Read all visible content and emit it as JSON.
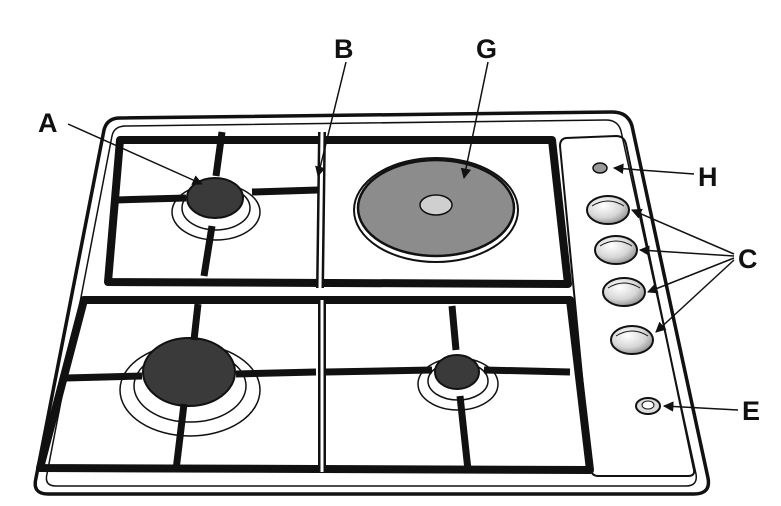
{
  "labels": {
    "a": "A",
    "b": "B",
    "g": "G",
    "h": "H",
    "c": "C",
    "e": "E"
  },
  "colors": {
    "ink": "#111111",
    "burner_cap": "#3a3a3a",
    "hotplate": "#8c8c8c",
    "panel_fill": "#ffffff"
  }
}
